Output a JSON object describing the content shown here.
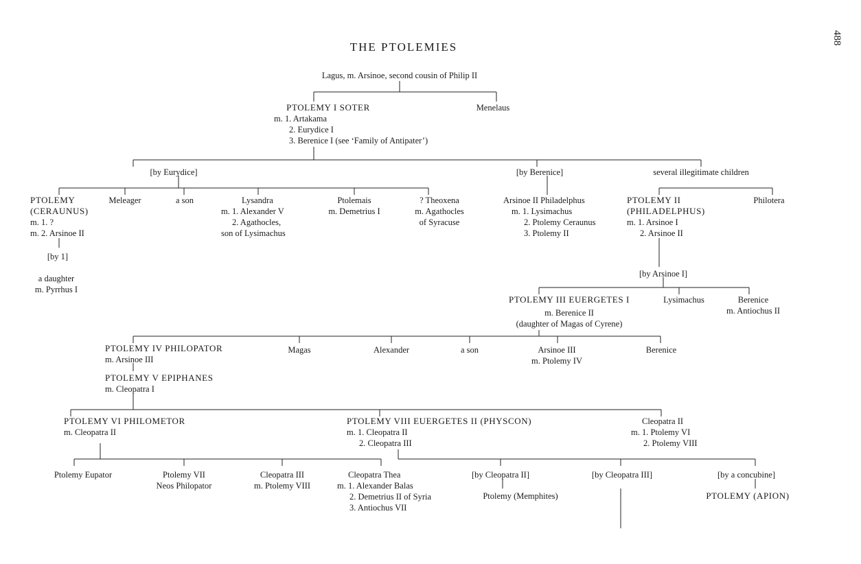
{
  "page_title": "THE PTOLEMIES",
  "page_number": "488",
  "gen0": {
    "lagus": "Lagus, m. Arsinoe, second cousin of Philip II"
  },
  "gen1": {
    "soter": {
      "name": "PTOLEMY I SOTER",
      "wives": [
        "m. 1. Artakama",
        "2. Eurydice I",
        "3. Berenice I (see ‘Family of Antipater’)"
      ]
    },
    "menelaus": "Menelaus"
  },
  "groups1": {
    "by_eurydice": "[by Eurydice]",
    "by_berenice": "[by Berenice]",
    "illegitimate": "several illegitimate children"
  },
  "eurydice_children": {
    "ceraunus": [
      "PTOLEMY",
      "(CERAUNUS)",
      "m. 1. ?",
      "m. 2. Arsinoe II"
    ],
    "ceraunus_by1": "[by 1]",
    "ceraunus_daughter": [
      "a daughter",
      "m. Pyrrhus I"
    ],
    "meleager": "Meleager",
    "a_son": "a son",
    "lysandra": [
      "Lysandra",
      "m. 1. Alexander V",
      "2. Agathocles,",
      "son of Lysimachus"
    ],
    "ptolemais": [
      "Ptolemais",
      "m. Demetrius I"
    ],
    "theoxena": [
      "? Theoxena",
      "m. Agathocles",
      "of Syracuse"
    ]
  },
  "berenice_children": {
    "arsinoe2": [
      "Arsinoe II Philadelphus",
      "m. 1. Lysimachus",
      "2. Ptolemy Ceraunus",
      "3. Ptolemy II"
    ],
    "philadelphus": [
      "PTOLEMY II",
      "(PHILADELPHUS)",
      "m. 1. Arsinoe I",
      "2. Arsinoe II"
    ],
    "philotera": "Philotera"
  },
  "gen3": {
    "by_arsinoe1": "[by Arsinoe I]",
    "euergetes": [
      "PTOLEMY III EUERGETES I",
      "m. Berenice II",
      "(daughter of Magas of Cyrene)"
    ],
    "lysimachus": "Lysimachus",
    "berenice": [
      "Berenice",
      "m. Antiochus II"
    ]
  },
  "gen4": {
    "philopator": [
      "PTOLEMY IV PHILOPATOR",
      "m. Arsinoe III"
    ],
    "magas": "Magas",
    "alexander": "Alexander",
    "a_son": "a son",
    "arsinoe3": [
      "Arsinoe III",
      "m. Ptolemy IV"
    ],
    "berenice": "Berenice"
  },
  "gen5": {
    "epiphanes": [
      "PTOLEMY V EPIPHANES",
      "m. Cleopatra I"
    ]
  },
  "gen6": {
    "philometor": [
      "PTOLEMY VI PHILOMETOR",
      "m. Cleopatra II"
    ],
    "physcon": [
      "PTOLEMY VIII EUERGETES II (PHYSCON)",
      "m. 1. Cleopatra II",
      "2. Cleopatra III"
    ],
    "cleopatra2": [
      "Cleopatra II",
      "m. 1. Ptolemy VI",
      "2. Ptolemy VIII"
    ]
  },
  "gen7": {
    "eupator": "Ptolemy Eupator",
    "neos": [
      "Ptolemy VII",
      "Neos Philopator"
    ],
    "cleopatra3": [
      "Cleopatra III",
      "m. Ptolemy VIII"
    ],
    "thea": [
      "Cleopatra Thea",
      "m. 1. Alexander Balas",
      "2. Demetrius II of Syria",
      "3. Antiochus VII"
    ],
    "by_cleo2": "[by Cleopatra II]",
    "memphites": "Ptolemy (Memphites)",
    "by_cleo3": "[by Cleopatra III]",
    "by_concubine": "[by a concubine]",
    "apion": "PTOLEMY (APION)"
  }
}
